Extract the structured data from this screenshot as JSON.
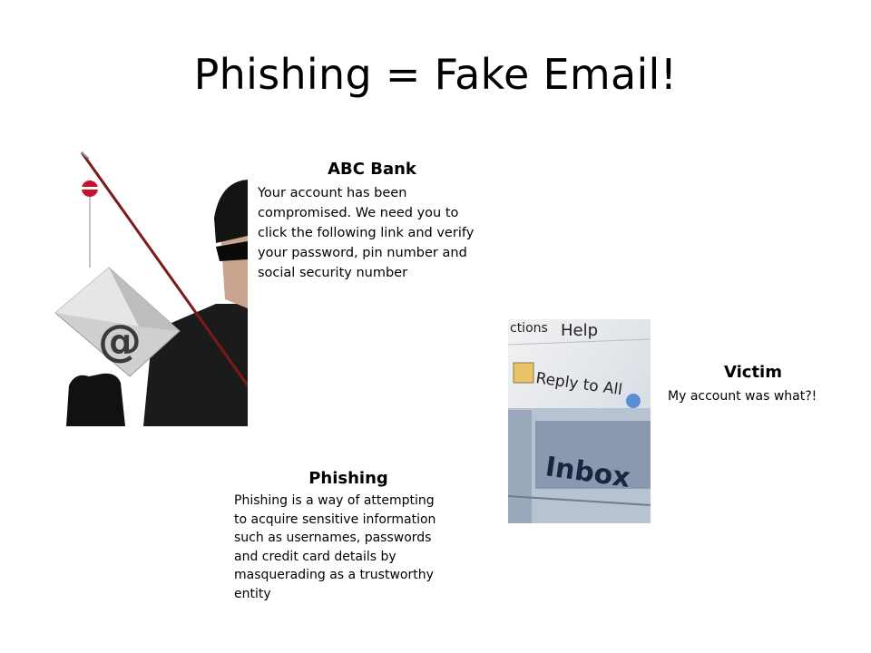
{
  "slide": {
    "title": "Phishing = Fake Email!"
  },
  "bank_message": {
    "heading": "ABC Bank",
    "lines": [
      "Your account has been",
      "compromised.  We need you to",
      "click the following link and verify",
      "your password, pin number and",
      "social security number"
    ]
  },
  "victim": {
    "heading": "Victim",
    "text": "My account was what?!"
  },
  "definition": {
    "heading": "Phishing",
    "lines": [
      "Phishing is a way of attempting",
      "to acquire sensitive information",
      "such as usernames, passwords",
      "and credit card details by",
      "masquerading as a trustworthy",
      "entity"
    ]
  },
  "illustrations": {
    "thief": {
      "icon": "phishing-thief-icon",
      "envelope_symbol": "@"
    },
    "inbox": {
      "icon": "email-client-icon",
      "menu_items": [
        "ctions",
        "Help"
      ],
      "toolbar_button": "Reply to All",
      "folder": "Inbox"
    }
  },
  "colors": {
    "background": "#ffffff",
    "text": "#000000"
  }
}
